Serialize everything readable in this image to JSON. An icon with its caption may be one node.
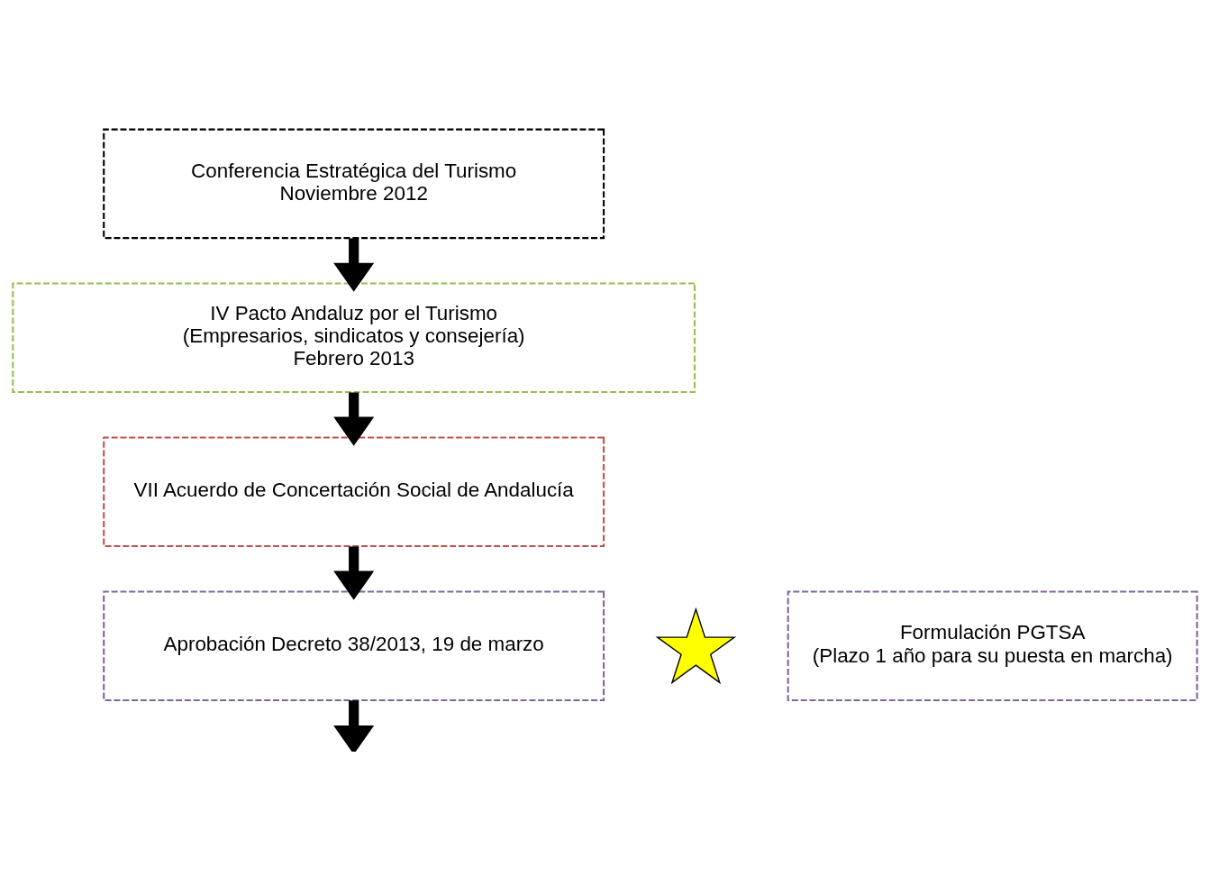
{
  "diagram": {
    "nodes": [
      {
        "text": [
          "Conferencia Estratégica del Turismo",
          "Noviembre 2012"
        ]
      },
      {
        "text": [
          "IV Pacto Andaluz por el Turismo",
          "(Empresarios, sindicatos y consejería)",
          "Febrero 2013"
        ]
      },
      {
        "text": [
          "VII Acuerdo de Concertación Social de Andalucía"
        ]
      },
      {
        "text": [
          "Aprobación Decreto 38/2013, 19 de marzo"
        ]
      },
      {
        "text": [],
        "shape": "star"
      },
      {
        "text": [
          "Formulación PGTSA",
          "(Plazo 1 año para su puesta en marcha)"
        ]
      }
    ],
    "edges": [
      {
        "from": 0,
        "to": 1,
        "arrow": "to"
      },
      {
        "from": 1,
        "to": 2,
        "arrow": "to"
      },
      {
        "from": 2,
        "to": 3,
        "arrow": "to"
      },
      {
        "from": 3,
        "to": null,
        "arrow": "to"
      }
    ]
  }
}
